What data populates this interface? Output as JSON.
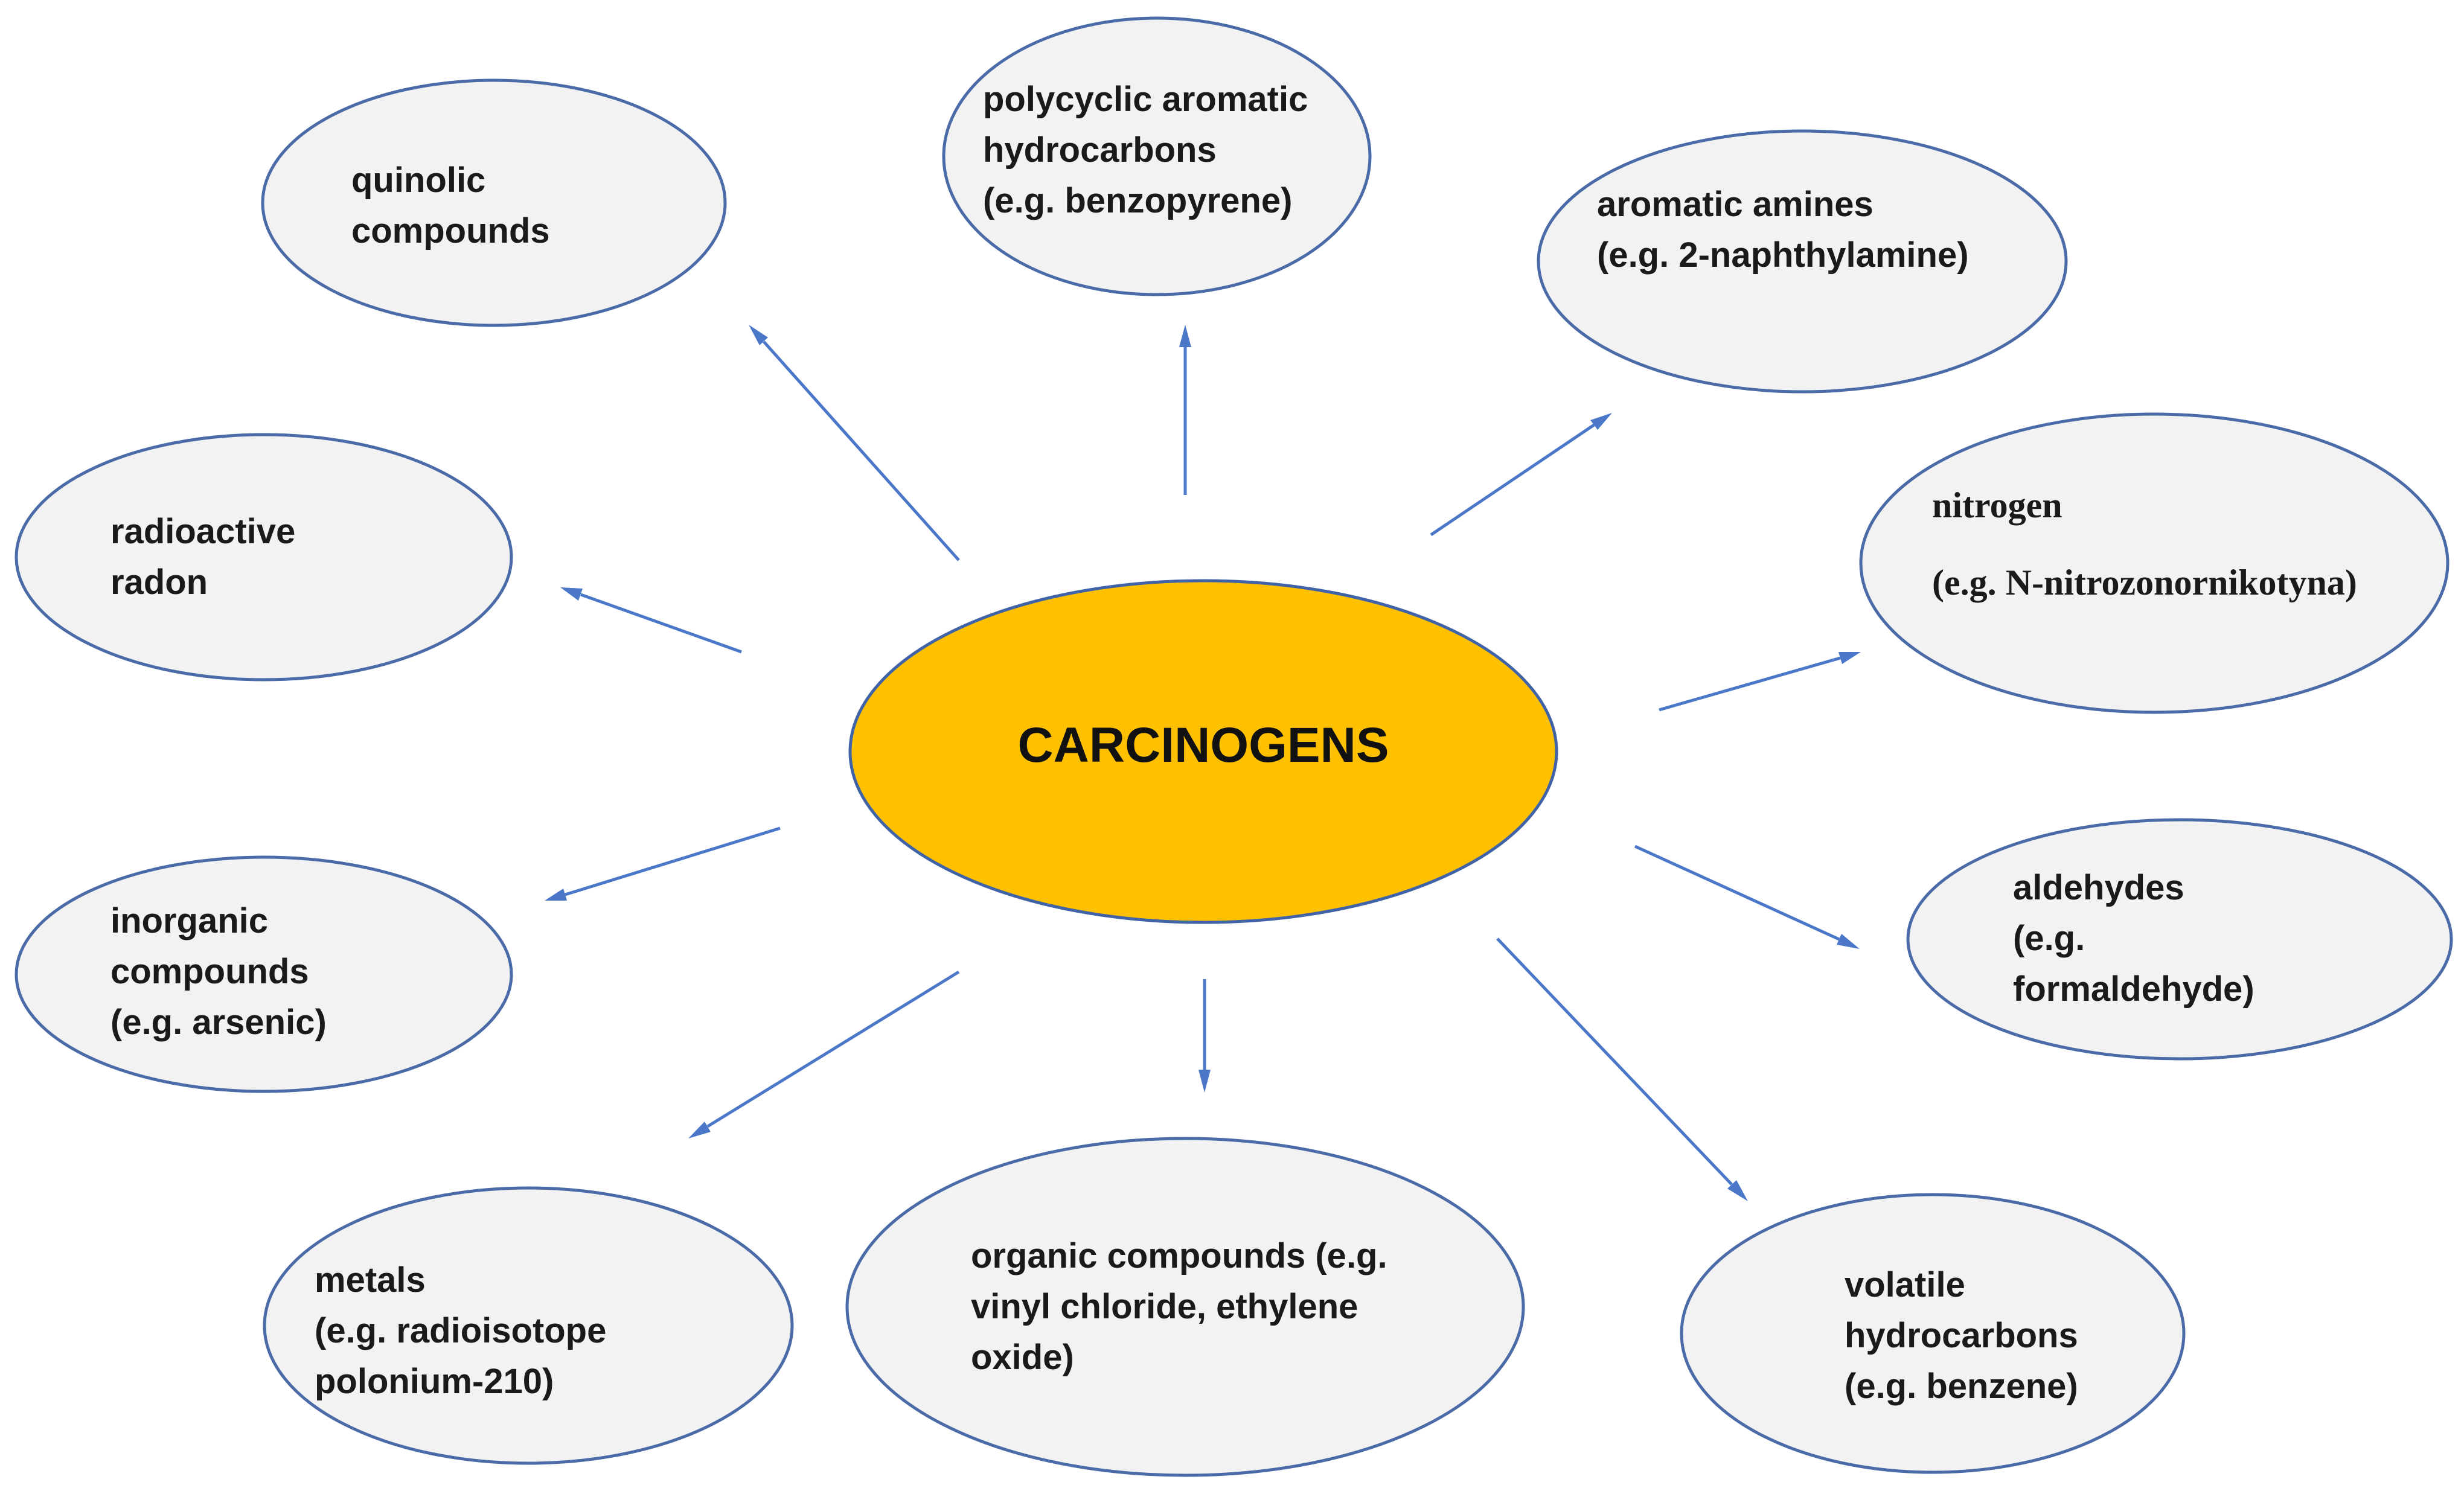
{
  "diagram": {
    "center": {
      "label": "CARCINOGENS"
    },
    "categories": {
      "quinolic": {
        "lines": [
          "quinolic",
          "compounds"
        ]
      },
      "pah": {
        "lines": [
          "polycyclic aromatic",
          "hydrocarbons",
          "(e.g. benzopyrene)"
        ]
      },
      "aromatic_amines": {
        "lines": [
          "aromatic amines",
          "(e.g. 2-naphthylamine)"
        ]
      },
      "nitrogen": {
        "lines": [
          "nitrogen",
          "(e.g. N-nitrozonornikotyna)"
        ]
      },
      "radon": {
        "lines": [
          "radioactive",
          "radon"
        ]
      },
      "aldehydes": {
        "lines": [
          "aldehydes",
          "(e.g.",
          "formaldehyde)"
        ]
      },
      "inorganic": {
        "lines": [
          "inorganic",
          "compounds",
          "(e.g. arsenic)"
        ]
      },
      "metals": {
        "lines": [
          "metals",
          "(e.g. radioisotope",
          "polonium-210)"
        ]
      },
      "organic": {
        "lines": [
          "organic compounds (e.g.",
          "vinyl chloride, ethylene",
          "oxide)"
        ]
      },
      "volatile": {
        "lines": [
          "volatile",
          "hydrocarbons",
          "(e.g. benzene)"
        ]
      }
    }
  },
  "colors": {
    "center_fill": "#ffc000",
    "node_fill": "#f2f2f2",
    "outline": "#4a6aa8",
    "arrow": "#4a77c8"
  }
}
